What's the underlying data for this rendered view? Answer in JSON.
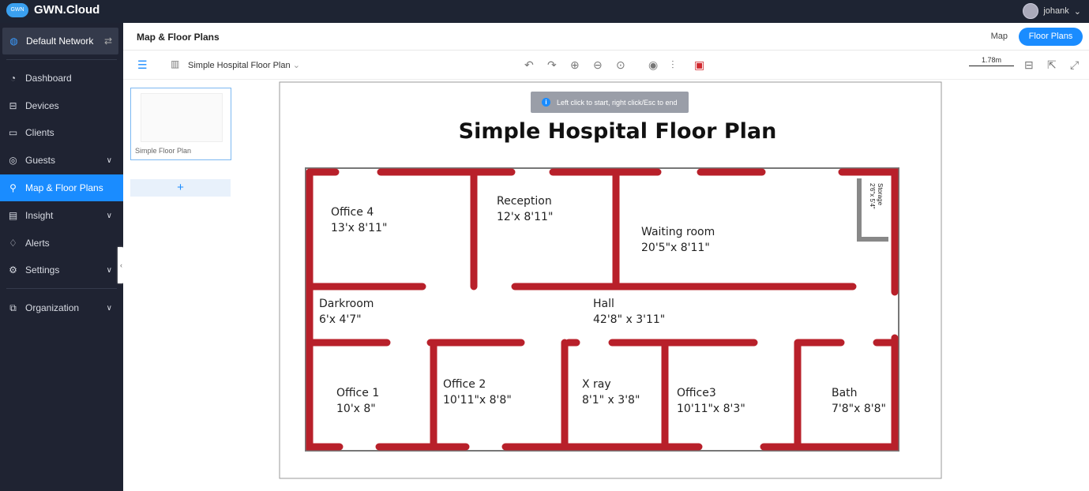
{
  "app": {
    "brand": "GWN.Cloud",
    "logo_text": "GWN",
    "user": "johank"
  },
  "sidebar": {
    "network": "Default Network",
    "items": [
      {
        "label": "Dashboard",
        "icon": "gauge"
      },
      {
        "label": "Devices",
        "icon": "router"
      },
      {
        "label": "Clients",
        "icon": "monitor"
      },
      {
        "label": "Guests",
        "icon": "wifi"
      },
      {
        "label": "Map & Floor Plans",
        "icon": "map-pin"
      },
      {
        "label": "Insight",
        "icon": "chart"
      },
      {
        "label": "Alerts",
        "icon": "bell"
      },
      {
        "label": "Settings",
        "icon": "gear"
      },
      {
        "label": "Organization",
        "icon": "org"
      }
    ]
  },
  "header": {
    "title": "Map & Floor Plans",
    "tab_map": "Map",
    "tab_floor": "Floor Plans"
  },
  "toolbar": {
    "floor_select": "Simple Hospital Floor Plan",
    "scale": "1.78m"
  },
  "floor_list": [
    {
      "name": "Simple Floor Plan"
    }
  ],
  "tooltip": "Left click to start, right click/Esc to end",
  "plan": {
    "title": "Simple Hospital Floor Plan",
    "rooms": [
      {
        "name": "Office 4",
        "size": "13'x 8'11\""
      },
      {
        "name": "Reception",
        "size": "12'x 8'11\""
      },
      {
        "name": "Waiting room",
        "size": "20'5\"x 8'11\""
      },
      {
        "name": "Storage",
        "size": "2'6\"x 5'4\""
      },
      {
        "name": "Darkroom",
        "size": "6'x 4'7\""
      },
      {
        "name": "Hall",
        "size": "42'8\" x 3'11\""
      },
      {
        "name": "Office 1",
        "size": "10'x 8\""
      },
      {
        "name": "Office 2",
        "size": "10'11\"x 8'8\""
      },
      {
        "name": "X ray",
        "size": "8'1\" x 3'8\""
      },
      {
        "name": "Office3",
        "size": "10'11\"x 8'3\""
      },
      {
        "name": "Bath",
        "size": "7'8\"x 8'8\""
      }
    ]
  }
}
